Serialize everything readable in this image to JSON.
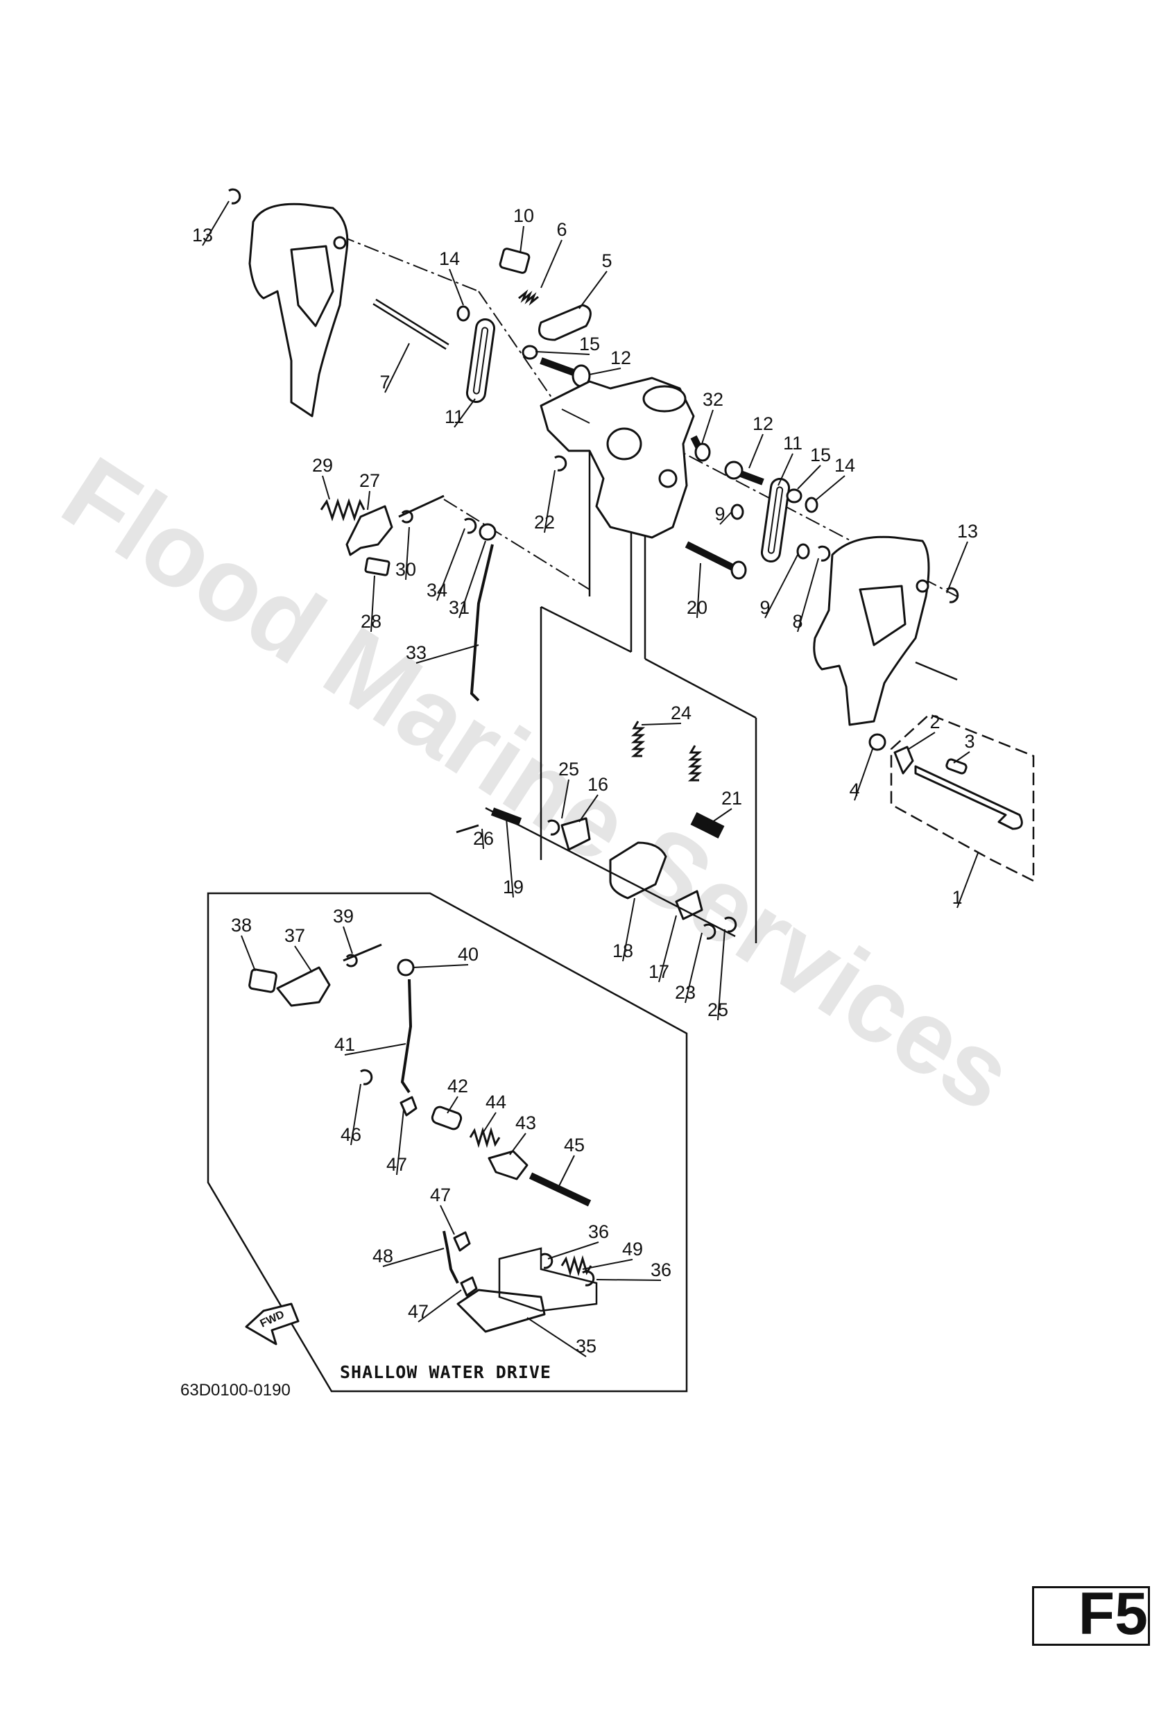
{
  "watermark": "Flood Marine Services",
  "section_label": "SHALLOW WATER DRIVE",
  "drawing_code": "63D0100-0190",
  "fwd_label": "FWD",
  "page_tag": "F5",
  "callouts": [
    "13",
    "10",
    "6",
    "5",
    "14",
    "15",
    "12",
    "7",
    "11",
    "32",
    "12",
    "11",
    "15",
    "14",
    "29",
    "27",
    "22",
    "9",
    "13",
    "30",
    "34",
    "31",
    "28",
    "20",
    "9",
    "8",
    "33",
    "24",
    "2",
    "3",
    "4",
    "25",
    "16",
    "21",
    "26",
    "19",
    "1",
    "38",
    "37",
    "39",
    "40",
    "18",
    "17",
    "23",
    "25",
    "41",
    "42",
    "44",
    "43",
    "45",
    "46",
    "47",
    "47",
    "36",
    "48",
    "49",
    "36",
    "47",
    "35"
  ]
}
